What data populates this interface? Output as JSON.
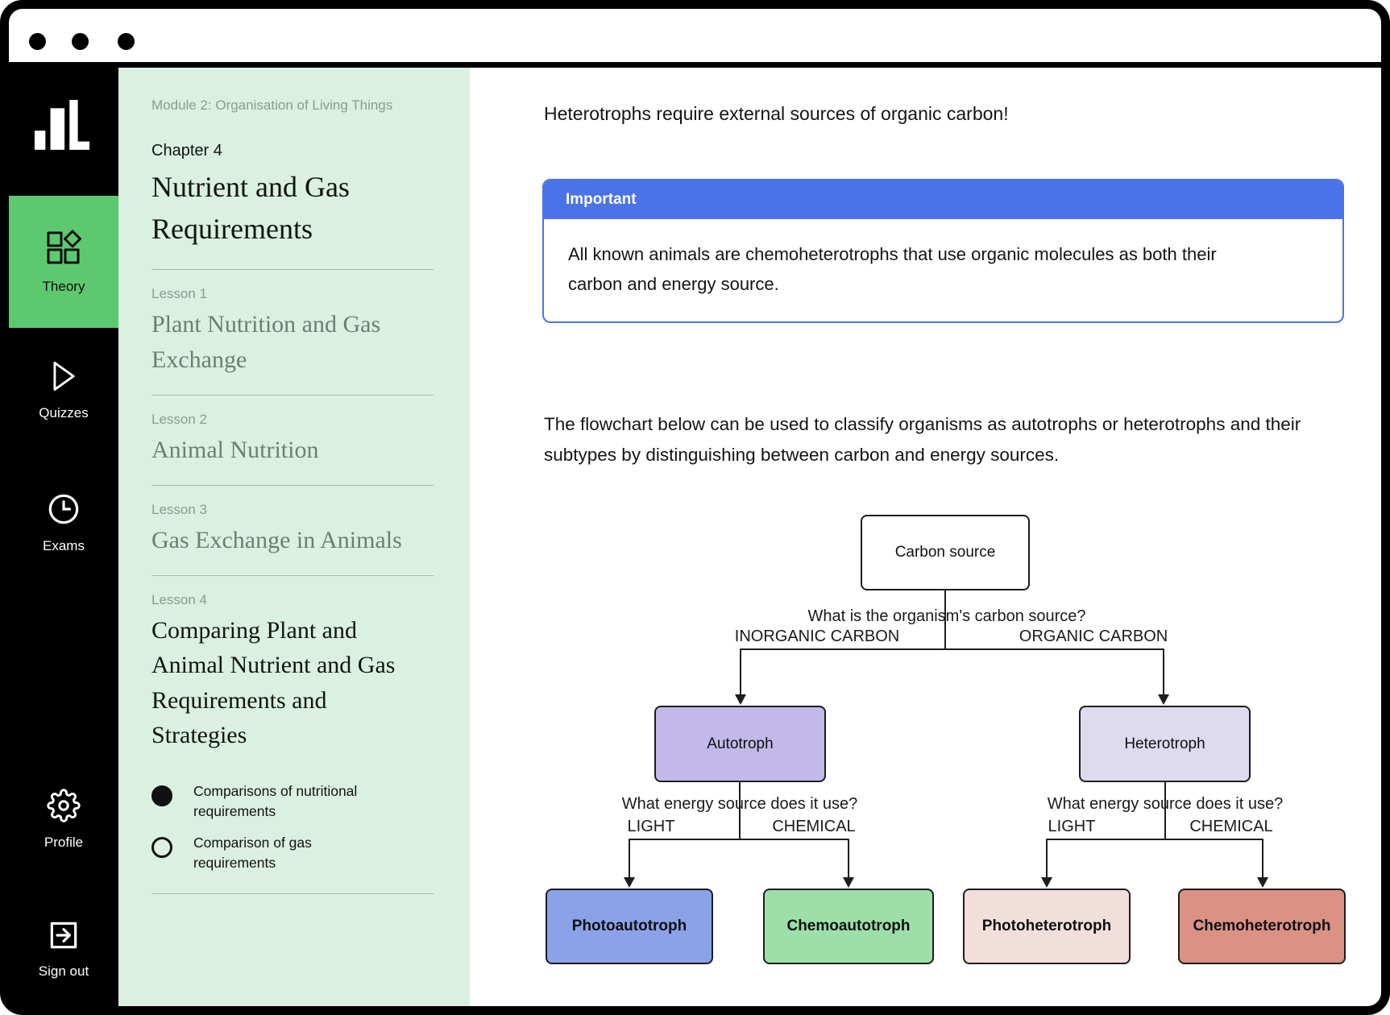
{
  "colors": {
    "nav_active_bg": "#5dc96f",
    "sidebar_bg": "#daf0e1",
    "callout_blue": "#4b73e8"
  },
  "nav": {
    "logo_icon": "bar-chart-logo",
    "items": [
      {
        "label": "Theory",
        "icon": "category-icon",
        "active": true
      },
      {
        "label": "Quizzes",
        "icon": "play-icon",
        "active": false
      },
      {
        "label": "Exams",
        "icon": "clock-icon",
        "active": false
      },
      {
        "label": "Profile",
        "icon": "gear-icon",
        "active": false
      },
      {
        "label": "Sign out",
        "icon": "sign-out-icon",
        "active": false
      }
    ]
  },
  "sidebar": {
    "module": "Module 2: Organisation of Living Things",
    "chapter_label": "Chapter 4",
    "chapter_title": "Nutrient and Gas Requirements",
    "lessons": [
      {
        "label": "Lesson 1",
        "title": "Plant Nutrition and Gas Exchange",
        "current": false
      },
      {
        "label": "Lesson 2",
        "title": "Animal Nutrition",
        "current": false
      },
      {
        "label": "Lesson 3",
        "title": "Gas Exchange in Animals",
        "current": false
      },
      {
        "label": "Lesson 4",
        "title": "Comparing Plant and Animal Nutrient and Gas Requirements and Strategies",
        "current": true
      }
    ],
    "lesson_items": [
      {
        "label": "Comparisons of nutritional requirements",
        "state": "filled"
      },
      {
        "label": "Comparison of gas requirements",
        "state": "empty"
      }
    ]
  },
  "main": {
    "intro": "Heterotrophs require external sources of organic carbon!",
    "callout": {
      "title": "Important",
      "body": "All known animals are chemoheterotrophs that use organic molecules as both their carbon and energy source."
    },
    "paragraph": "The flowchart below can be used to classify organisms as autotrophs or heterotrophs and their subtypes by distinguishing between carbon and energy sources."
  },
  "flowchart": {
    "type": "decision-tree",
    "nodes": {
      "carbon_source": {
        "label": "Carbon source",
        "fill": "#ffffff"
      },
      "autotroph": {
        "label": "Autotroph",
        "fill": "#c3b9e9"
      },
      "heterotroph": {
        "label": "Heterotroph",
        "fill": "#dedaf0"
      },
      "photoautotroph": {
        "label": "Photoautotroph",
        "fill": "#8ba2e8"
      },
      "chemoautotroph": {
        "label": "Chemoautotroph",
        "fill": "#9cdfa9"
      },
      "photoheterotroph": {
        "label": "Photoheterotroph",
        "fill": "#f2dfdc"
      },
      "chemoheterotroph": {
        "label": "Chemoheterotroph",
        "fill": "#db9184"
      }
    },
    "questions": {
      "carbon": "What is the organism's carbon source?",
      "energy": "What energy source does it use?"
    },
    "branch_labels": {
      "inorganic": "INORGANIC CARBON",
      "organic": "ORGANIC CARBON",
      "light": "LIGHT",
      "chemical": "CHEMICAL"
    },
    "edges": [
      {
        "from": "carbon_source",
        "to": "autotroph",
        "label": "INORGANIC CARBON"
      },
      {
        "from": "carbon_source",
        "to": "heterotroph",
        "label": "ORGANIC CARBON"
      },
      {
        "from": "autotroph",
        "to": "photoautotroph",
        "label": "LIGHT"
      },
      {
        "from": "autotroph",
        "to": "chemoautotroph",
        "label": "CHEMICAL"
      },
      {
        "from": "heterotroph",
        "to": "photoheterotroph",
        "label": "LIGHT"
      },
      {
        "from": "heterotroph",
        "to": "chemoheterotroph",
        "label": "CHEMICAL"
      }
    ]
  }
}
